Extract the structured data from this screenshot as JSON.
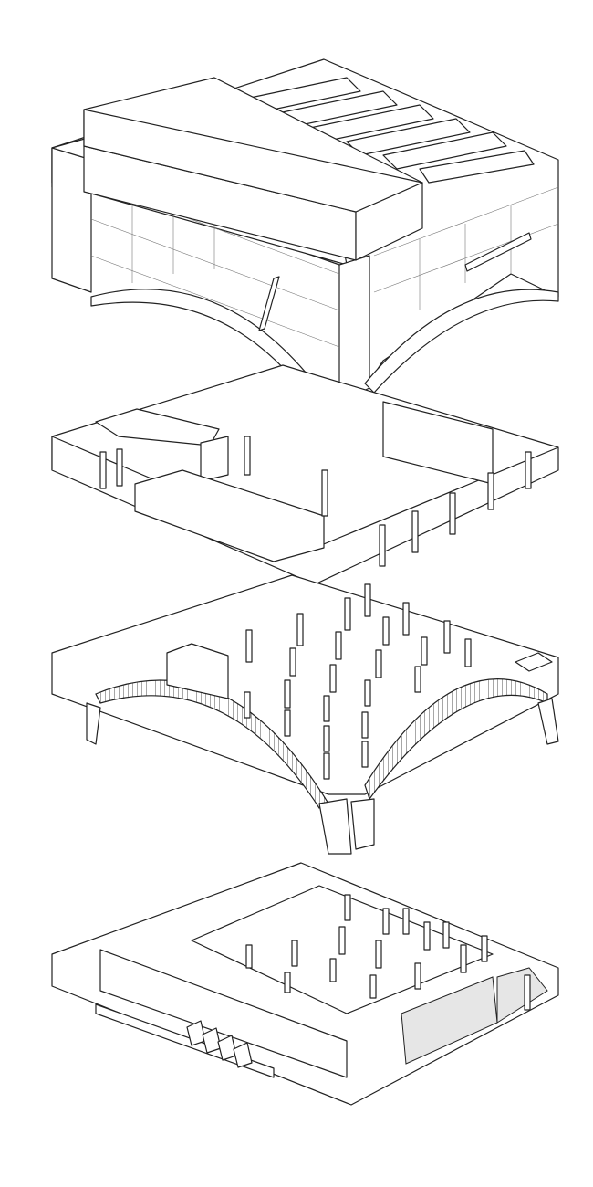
{
  "drawing": {
    "type": "exploded axonometric",
    "layers": [
      "roof",
      "upper-floor",
      "arch-structure",
      "ground-floor"
    ],
    "colors": {
      "line": "#222222",
      "background": "#ffffff",
      "fill": "#e6e6e6"
    }
  }
}
